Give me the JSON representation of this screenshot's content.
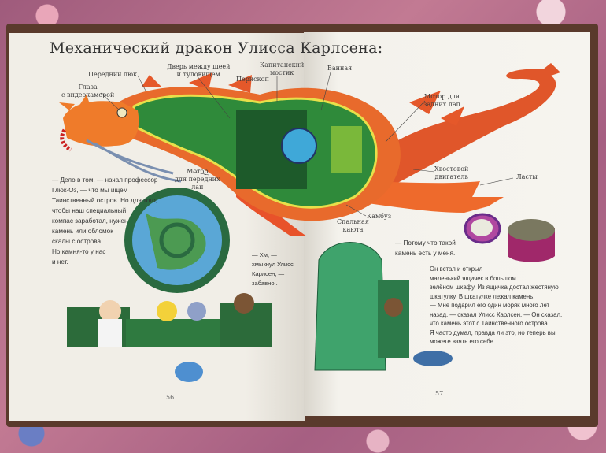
{
  "left_page": {
    "title": "Механический дракон Улисса Карлсена:",
    "labels": {
      "front_hatch": "Передний люк",
      "eyes_1": "Глаза",
      "eyes_2": "с видеокамерой",
      "door_1": "Дверь между шеей",
      "door_2": "и туловищем",
      "bridge_1": "Капитанский",
      "bridge_2": "мостик",
      "periscope": "Перископ",
      "front_motor_1": "Мотор",
      "front_motor_2": "для передних",
      "front_motor_3": "лап"
    },
    "paragraph": [
      "— Дело в том, — начал профессор",
      "Глюк-Оз, — что мы ищем",
      "Таинственный остров. Но для того,",
      "чтобы наш специальный",
      "компас заработал, нужен",
      "камень или обломок",
      "скалы с острова.",
      "Но камня-то у нас",
      "и нет."
    ],
    "reply": [
      "— Хм, —",
      "хмыкнул Улисс",
      "Карлсен, —",
      "забавно.."
    ],
    "page_number": "56"
  },
  "right_page": {
    "labels": {
      "bathroom": "Ванная",
      "rear_motor_1": "Мотор для",
      "rear_motor_2": "задних лап",
      "tail_engine_1": "Хвостовой",
      "tail_engine_2": "двигатель",
      "flippers": "Ласты",
      "galley": "Камбуз",
      "cabin_1": "Спальная",
      "cabin_2": "каюта"
    },
    "quote": [
      "— Потому что такой",
      "камень есть у меня."
    ],
    "paragraph": [
      "Он встал и открыл",
      "маленький ящичек в большом",
      "зелёном шкафу. Из ящичка достал жестяную",
      "шкатулку. В шкатулке лежал камень.",
      "— Мне подарил его один моряк много лет",
      "назад, — сказал Улисс Карлсен. — Он сказал,",
      "что камень этот с Таинственного острова.",
      "Я часто думал, правда ли это, но теперь вы",
      "можете взять его себе."
    ],
    "page_number": "57"
  }
}
